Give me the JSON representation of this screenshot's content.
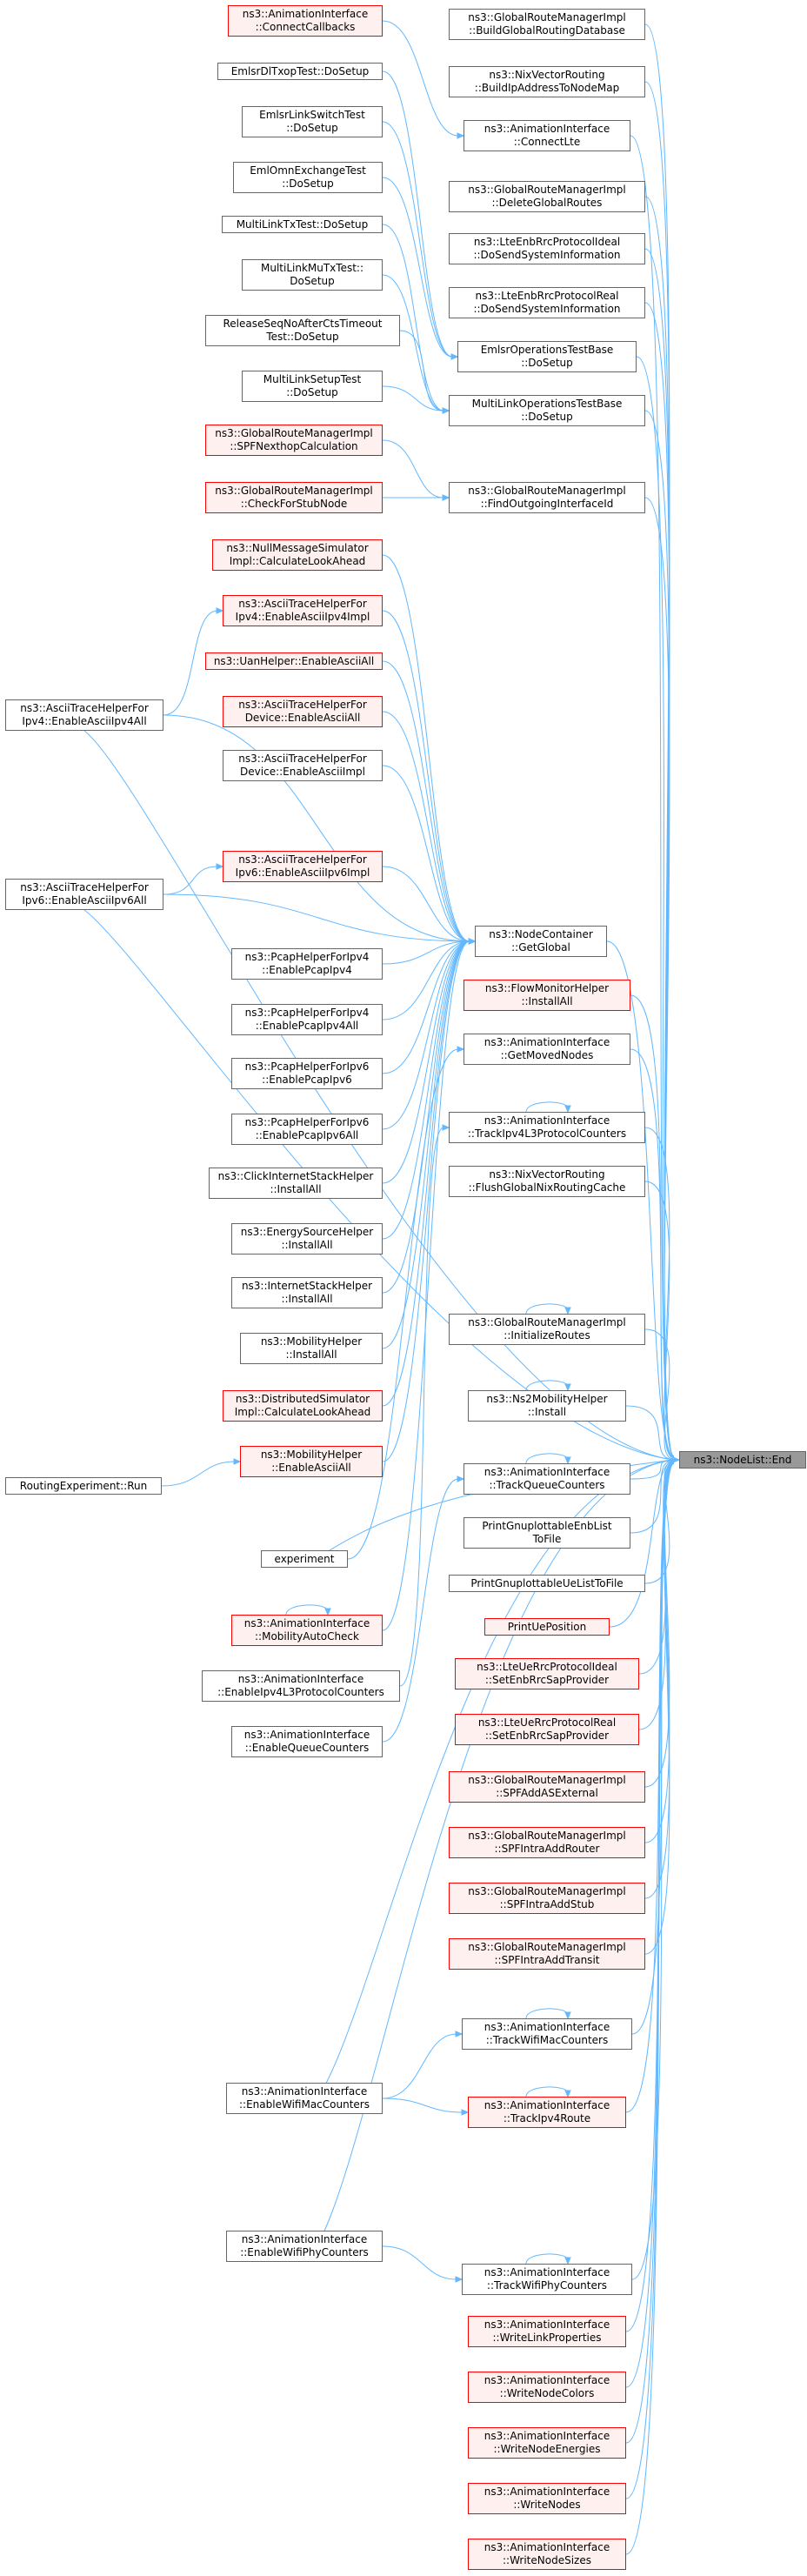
{
  "colors": {
    "edge": "#63b8ff",
    "node_border": "#666666",
    "incomplete_border": "#ff0000",
    "incomplete_fill": "#fff0f0",
    "focus_fill": "#999999"
  },
  "target": {
    "id": "end",
    "lines": [
      "ns3::NodeList::End"
    ]
  },
  "nodes": [
    {
      "id": "acc",
      "lines": [
        "ns3::AnimationInterface",
        "::ConnectCallbacks"
      ],
      "red": true
    },
    {
      "id": "brgd",
      "lines": [
        "ns3::GlobalRouteManagerImpl",
        "::BuildGlobalRoutingDatabase"
      ],
      "red": false
    },
    {
      "id": "emlsr_dltxop",
      "lines": [
        "EmlsrDlTxopTest::DoSetup"
      ],
      "red": false
    },
    {
      "id": "nix_build",
      "lines": [
        "ns3::NixVectorRouting",
        "::BuildIpAddressToNodeMap"
      ],
      "red": false
    },
    {
      "id": "emlsr_ls",
      "lines": [
        "EmlsrLinkSwitchTest",
        "::DoSetup"
      ],
      "red": false
    },
    {
      "id": "ai_clte",
      "lines": [
        "ns3::AnimationInterface",
        "::ConnectLte"
      ],
      "red": false
    },
    {
      "id": "eml_omn",
      "lines": [
        "EmlOmnExchangeTest",
        "::DoSetup"
      ],
      "red": false
    },
    {
      "id": "grm_del",
      "lines": [
        "ns3::GlobalRouteManagerImpl",
        "::DeleteGlobalRoutes"
      ],
      "red": false
    },
    {
      "id": "ml_tx",
      "lines": [
        "MultiLinkTxTest::DoSetup"
      ],
      "red": false
    },
    {
      "id": "lte_ideal_dss",
      "lines": [
        "ns3::LteEnbRrcProtocolIdeal",
        "::DoSendSystemInformation"
      ],
      "red": false
    },
    {
      "id": "ml_mu",
      "lines": [
        "MultiLinkMuTxTest::",
        "DoSetup"
      ],
      "red": false
    },
    {
      "id": "lte_real_dss",
      "lines": [
        "ns3::LteEnbRrcProtocolReal",
        "::DoSendSystemInformation"
      ],
      "red": false
    },
    {
      "id": "rsn",
      "lines": [
        "ReleaseSeqNoAfterCtsTimeout",
        "Test::DoSetup"
      ],
      "red": false
    },
    {
      "id": "emlsr_ops",
      "lines": [
        "EmlsrOperationsTestBase",
        "::DoSetup"
      ],
      "red": false
    },
    {
      "id": "ml_setup",
      "lines": [
        "MultiLinkSetupTest",
        "::DoSetup"
      ],
      "red": false
    },
    {
      "id": "ml_ops",
      "lines": [
        "MultiLinkOperationsTestBase",
        "::DoSetup"
      ],
      "red": false
    },
    {
      "id": "spf_nh",
      "lines": [
        "ns3::GlobalRouteManagerImpl",
        "::SPFNexthopCalculation"
      ],
      "red": true
    },
    {
      "id": "grm_foi",
      "lines": [
        "ns3::GlobalRouteManagerImpl",
        "::FindOutgoingInterfaceId"
      ],
      "red": false
    },
    {
      "id": "cfs",
      "lines": [
        "ns3::GlobalRouteManagerImpl",
        "::CheckForStubNode"
      ],
      "red": true
    },
    {
      "id": "nms",
      "lines": [
        "ns3::NullMessageSimulator",
        "Impl::CalculateLookAhead"
      ],
      "red": true
    },
    {
      "id": "ath_ipv4impl",
      "lines": [
        "ns3::AsciiTraceHelperFor",
        "Ipv4::EnableAsciiIpv4Impl"
      ],
      "red": true
    },
    {
      "id": "ath_ipv4all",
      "lines": [
        "ns3::AsciiTraceHelperFor",
        "Ipv4::EnableAsciiIpv4All"
      ],
      "red": false
    },
    {
      "id": "uan",
      "lines": [
        "ns3::UanHelper::EnableAsciiAll"
      ],
      "red": true
    },
    {
      "id": "ath_dev_all",
      "lines": [
        "ns3::AsciiTraceHelperFor",
        "Device::EnableAsciiAll"
      ],
      "red": true
    },
    {
      "id": "ath_dev_impl",
      "lines": [
        "ns3::AsciiTraceHelperFor",
        "Device::EnableAsciiImpl"
      ],
      "red": false
    },
    {
      "id": "ath_ipv6impl",
      "lines": [
        "ns3::AsciiTraceHelperFor",
        "Ipv6::EnableAsciiIpv6Impl"
      ],
      "red": true
    },
    {
      "id": "ath_ipv6all",
      "lines": [
        "ns3::AsciiTraceHelperFor",
        "Ipv6::EnableAsciiIpv6All"
      ],
      "red": false
    },
    {
      "id": "nc_getglobal",
      "lines": [
        "ns3::NodeContainer",
        "::GetGlobal"
      ],
      "red": false
    },
    {
      "id": "pcap_ipv4",
      "lines": [
        "ns3::PcapHelperForIpv4",
        "::EnablePcapIpv4"
      ],
      "red": false
    },
    {
      "id": "fm_installall",
      "lines": [
        "ns3::FlowMonitorHelper",
        "::InstallAll"
      ],
      "red": true
    },
    {
      "id": "pcap_ipv4all",
      "lines": [
        "ns3::PcapHelperForIpv4",
        "::EnablePcapIpv4All"
      ],
      "red": false
    },
    {
      "id": "ai_gmn",
      "lines": [
        "ns3::AnimationInterface",
        "::GetMovedNodes"
      ],
      "red": false
    },
    {
      "id": "pcap_ipv6",
      "lines": [
        "ns3::PcapHelperForIpv6",
        "::EnablePcapIpv6"
      ],
      "red": false
    },
    {
      "id": "ai_tipv4l3",
      "lines": [
        "ns3::AnimationInterface",
        "::TrackIpv4L3ProtocolCounters"
      ],
      "red": false
    },
    {
      "id": "pcap_ipv6all",
      "lines": [
        "ns3::PcapHelperForIpv6",
        "::EnablePcapIpv6All"
      ],
      "red": false
    },
    {
      "id": "nix_flush",
      "lines": [
        "ns3::NixVectorRouting",
        "::FlushGlobalNixRoutingCache"
      ],
      "red": false
    },
    {
      "id": "click",
      "lines": [
        "ns3::ClickInternetStackHelper",
        "::InstallAll"
      ],
      "red": false
    },
    {
      "id": "energy",
      "lines": [
        "ns3::EnergySourceHelper",
        "::InstallAll"
      ],
      "red": false
    },
    {
      "id": "ish",
      "lines": [
        "ns3::InternetStackHelper",
        "::InstallAll"
      ],
      "red": false
    },
    {
      "id": "grm_init",
      "lines": [
        "ns3::GlobalRouteManagerImpl",
        "::InitializeRoutes"
      ],
      "red": false
    },
    {
      "id": "mobility_ia",
      "lines": [
        "ns3::MobilityHelper",
        "::InstallAll"
      ],
      "red": false
    },
    {
      "id": "ns2m",
      "lines": [
        "ns3::Ns2MobilityHelper",
        "::Install"
      ],
      "red": false
    },
    {
      "id": "dist_sim",
      "lines": [
        "ns3::DistributedSimulator",
        "Impl::CalculateLookAhead"
      ],
      "red": true
    },
    {
      "id": "mobility_ea",
      "lines": [
        "ns3::MobilityHelper",
        "::EnableAsciiAll"
      ],
      "red": true
    },
    {
      "id": "ai_tqc",
      "lines": [
        "ns3::AnimationInterface",
        "::TrackQueueCounters"
      ],
      "red": false
    },
    {
      "id": "routing_exp",
      "lines": [
        "RoutingExperiment::Run"
      ],
      "red": false
    },
    {
      "id": "pg_enb",
      "lines": [
        "PrintGnuplottableEnbList",
        "ToFile"
      ],
      "red": false
    },
    {
      "id": "experiment",
      "lines": [
        "experiment"
      ],
      "red": false
    },
    {
      "id": "pg_ue",
      "lines": [
        "PrintGnuplottableUeListToFile"
      ],
      "red": false
    },
    {
      "id": "ai_mac",
      "lines": [
        "ns3::AnimationInterface",
        "::MobilityAutoCheck"
      ],
      "red": true
    },
    {
      "id": "print_ue",
      "lines": [
        "PrintUePosition"
      ],
      "red": true
    },
    {
      "id": "lte_ideal_sesap",
      "lines": [
        "ns3::LteUeRrcProtocolIdeal",
        "::SetEnbRrcSapProvider"
      ],
      "red": true
    },
    {
      "id": "ai_eipv4l3",
      "lines": [
        "ns3::AnimationInterface",
        "::EnableIpv4L3ProtocolCounters"
      ],
      "red": false
    },
    {
      "id": "lte_real_sesap",
      "lines": [
        "ns3::LteUeRrcProtocolReal",
        "::SetEnbRrcSapProvider"
      ],
      "red": true
    },
    {
      "id": "ai_eqc",
      "lines": [
        "ns3::AnimationInterface",
        "::EnableQueueCounters"
      ],
      "red": false
    },
    {
      "id": "spf_ase",
      "lines": [
        "ns3::GlobalRouteManagerImpl",
        "::SPFAddASExternal"
      ],
      "red": true
    },
    {
      "id": "spf_iar",
      "lines": [
        "ns3::GlobalRouteManagerImpl",
        "::SPFIntraAddRouter"
      ],
      "red": true
    },
    {
      "id": "spf_ias",
      "lines": [
        "ns3::GlobalRouteManagerImpl",
        "::SPFIntraAddStub"
      ],
      "red": true
    },
    {
      "id": "spf_iat",
      "lines": [
        "ns3::GlobalRouteManagerImpl",
        "::SPFIntraAddTransit"
      ],
      "red": true
    },
    {
      "id": "ai_twmac",
      "lines": [
        "ns3::AnimationInterface",
        "::TrackWifiMacCounters"
      ],
      "red": false
    },
    {
      "id": "ai_ewmac",
      "lines": [
        "ns3::AnimationInterface",
        "::EnableWifiMacCounters"
      ],
      "red": false
    },
    {
      "id": "ai_tipv4r",
      "lines": [
        "ns3::AnimationInterface",
        "::TrackIpv4Route"
      ],
      "red": true
    },
    {
      "id": "ai_ewphy",
      "lines": [
        "ns3::AnimationInterface",
        "::EnableWifiPhyCounters"
      ],
      "red": false
    },
    {
      "id": "ai_twphy",
      "lines": [
        "ns3::AnimationInterface",
        "::TrackWifiPhyCounters"
      ],
      "red": false
    },
    {
      "id": "ai_wlp",
      "lines": [
        "ns3::AnimationInterface",
        "::WriteLinkProperties"
      ],
      "red": true
    },
    {
      "id": "ai_wnc",
      "lines": [
        "ns3::AnimationInterface",
        "::WriteNodeColors"
      ],
      "red": true
    },
    {
      "id": "ai_wne",
      "lines": [
        "ns3::AnimationInterface",
        "::WriteNodeEnergies"
      ],
      "red": true
    },
    {
      "id": "ai_wn",
      "lines": [
        "ns3::AnimationInterface",
        "::WriteNodes"
      ],
      "red": true
    },
    {
      "id": "ai_wns",
      "lines": [
        "ns3::AnimationInterface",
        "::WriteNodeSizes"
      ],
      "red": true
    }
  ]
}
